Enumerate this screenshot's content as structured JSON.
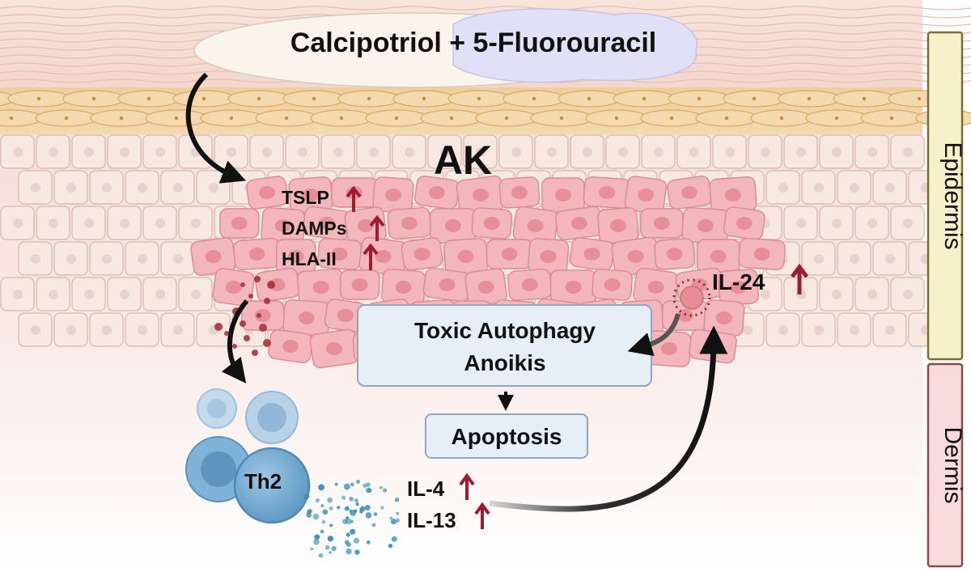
{
  "drug": {
    "label": "Calcipotriol + 5-Fluorouracil"
  },
  "lesion": {
    "label": "AK"
  },
  "markers_up": [
    "TSLP",
    "DAMPs",
    "HLA-II"
  ],
  "il24": {
    "label": "IL-24"
  },
  "mechanism": {
    "line1": "Toxic Autophagy",
    "line2": "Anoikis"
  },
  "outcome": {
    "label": "Apoptosis"
  },
  "th2": {
    "label": "Th2"
  },
  "cytokines_up": [
    "IL-4",
    "IL-13"
  ],
  "layers": {
    "epidermis": "Epidermis",
    "dermis": "Dermis"
  },
  "colors": {
    "up_arrow": "#9e1b32",
    "lesion_cell": "#f2b6bc",
    "normal_cell": "#f7e8e2",
    "th2_cell": "#7fb2d6",
    "cytokine_dot": "#3a8fb8",
    "damp_dot": "#a32a35",
    "epidermis_bar": "#f6f1c8",
    "dermis_bar": "#f8dcdc"
  }
}
